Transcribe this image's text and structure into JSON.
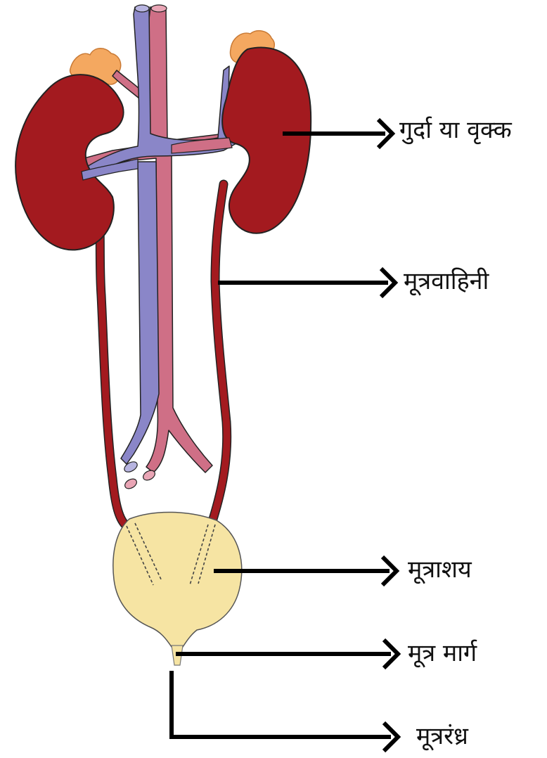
{
  "labels": {
    "kidney": "गुर्दा या वृक्क",
    "ureter": "मूत्रवाहिनी",
    "bladder": "मूत्राशय",
    "urethra": "मूत्र मार्ग",
    "meatus": "मूत्ररंध्र"
  },
  "colors": {
    "kidney": "#a31a1f",
    "vein": "#8a86c8",
    "artery": "#cf6f86",
    "adrenal": "#f4a860",
    "bladder": "#f6e4a3",
    "outline": "#222222"
  }
}
